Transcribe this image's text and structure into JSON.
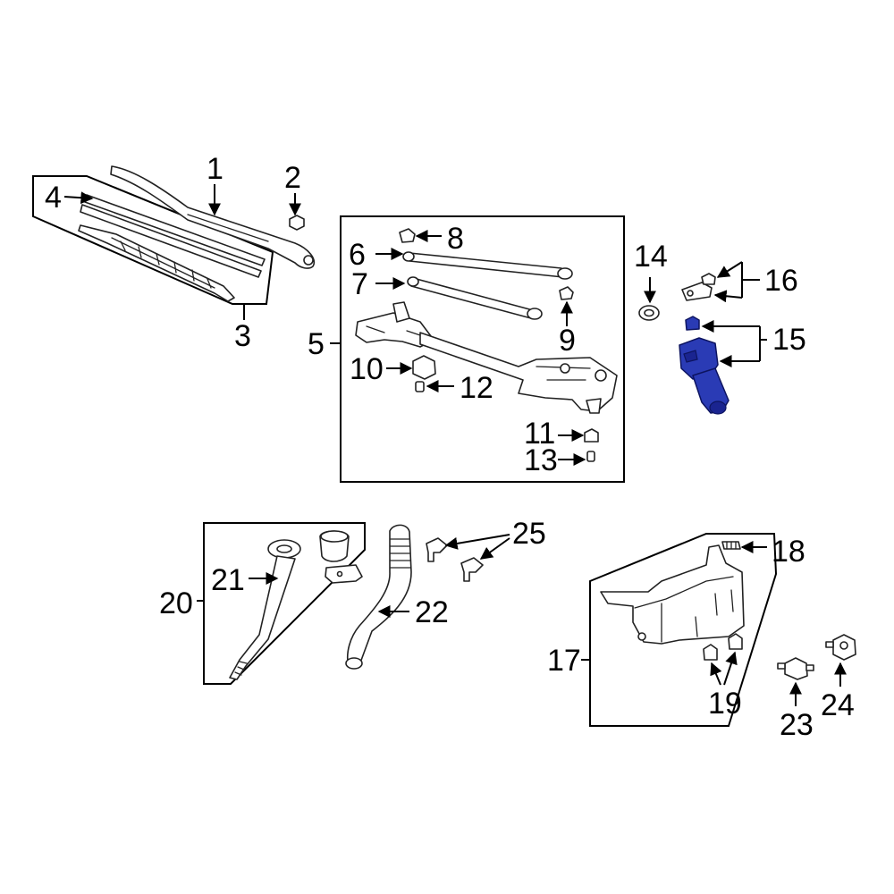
{
  "colors": {
    "line": "#000000",
    "highlight": "#2a3bb5",
    "background": "#ffffff"
  },
  "callouts": {
    "c1": "1",
    "c2": "2",
    "c3": "3",
    "c4": "4",
    "c5": "5",
    "c6": "6",
    "c7": "7",
    "c8": "8",
    "c9": "9",
    "c10": "10",
    "c11": "11",
    "c12": "12",
    "c13": "13",
    "c14": "14",
    "c15": "15",
    "c16": "16",
    "c17": "17",
    "c18": "18",
    "c19": "19",
    "c20": "20",
    "c21": "21",
    "c22": "22",
    "c23": "23",
    "c24": "24",
    "c25": "25"
  },
  "highlighted_part": "15"
}
